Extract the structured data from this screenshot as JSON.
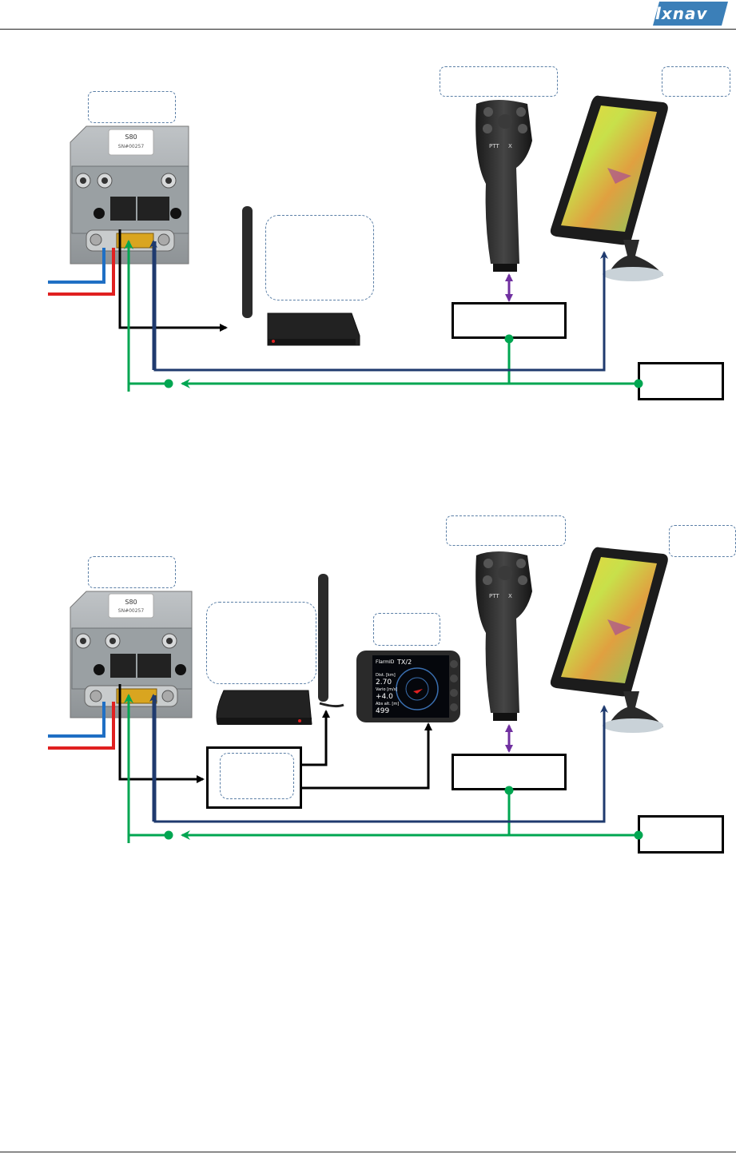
{
  "header": {
    "logo_text": "lxnav",
    "logo_color": "#3b7fb8"
  },
  "colors": {
    "green_wire": "#00a651",
    "blue_wire": "#1f3a6e",
    "power_blue": "#1f6fc4",
    "power_red": "#e02020",
    "purple_link": "#7030a0",
    "dashed_label": "#5b7fa6"
  },
  "devices": {
    "vario_label_top": "S80",
    "vario_serial": "SN#00257",
    "stick_buttons": [
      "PTT",
      "X"
    ],
    "display_screen": {
      "header_left": "FlarmID",
      "header_right": "TX/2",
      "dist_label": "Dist. [km]",
      "dist_value": "2.70",
      "vario_label": "Vario [m/s]",
      "vario_value": "+4.0",
      "alt_label": "Abs alt. [m]",
      "alt_value": "499"
    }
  }
}
